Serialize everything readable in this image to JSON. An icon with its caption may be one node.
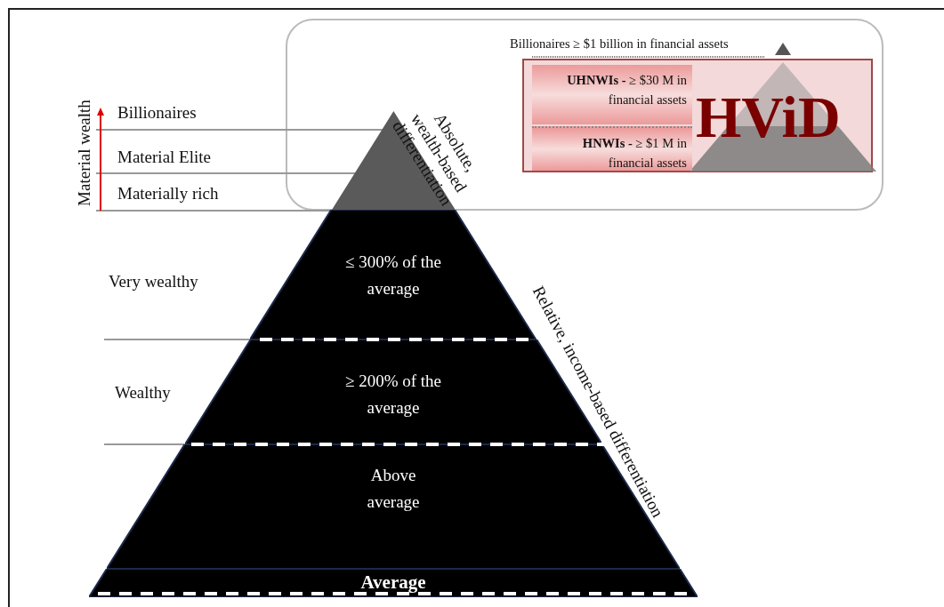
{
  "diagram": {
    "nodes": [
      {
        "text": [
          "**UHNWIs -** ≥ $30 M in financial assets"
        ]
      },
      {
        "text": [
          "**HNWIs -** ≥ $1 M in financial assets"
        ]
      },
      {
        "text": [],
        "shape": "triangle"
      },
      {
        "text": [
          "≤ 300% of the average"
        ]
      },
      {
        "text": [
          "≥ 200% of the average"
        ]
      },
      {
        "text": [
          "Above average"
        ]
      },
      {
        "text": [
          "Average"
        ]
      }
    ],
    "labels": [
      "Billionaires ≥ $1 billion in financial assets",
      "HViD",
      "Material wealth",
      "Billionaires",
      "Absolute, wealth-based differentiation",
      "Material Elite",
      "Materially rich",
      "Very wealthy",
      "Relative, income-based differentiation",
      "Wealthy"
    ]
  }
}
